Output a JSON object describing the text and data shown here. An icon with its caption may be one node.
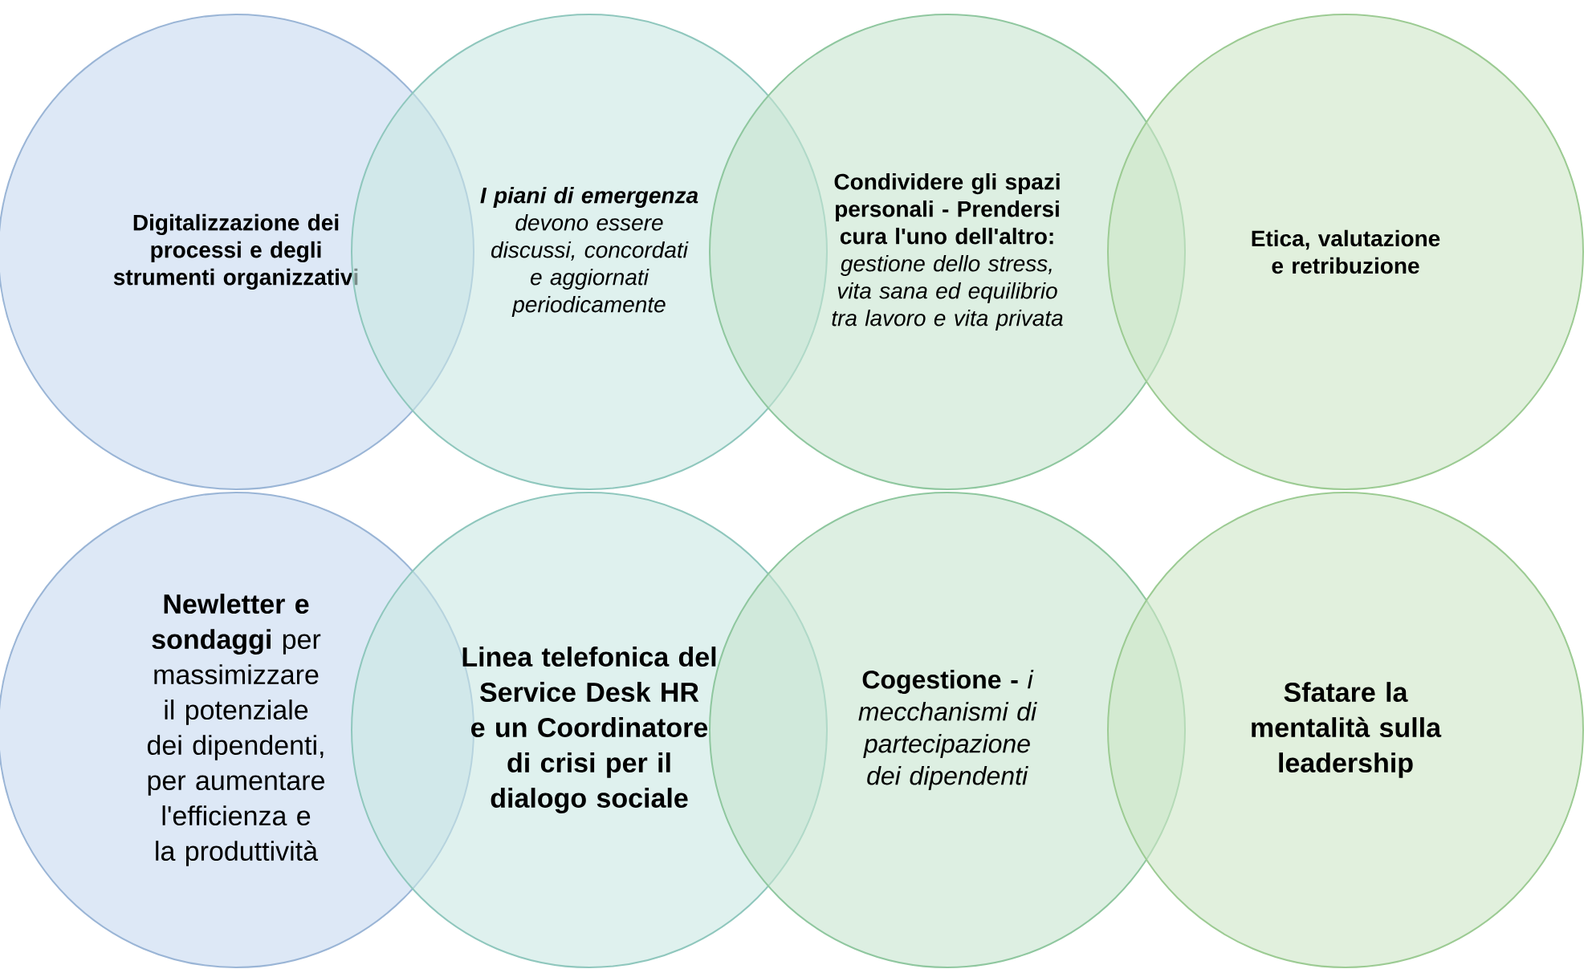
{
  "diagram": {
    "nodes": [
      {
        "text": [
          "Digitalizzazione dei processi e degli strumenti organizzativi"
        ]
      },
      {
        "text": [
          "**I piani di emergenza** devono essere discussi, concordati e aggiornati periodicamente"
        ]
      },
      {
        "text": [
          "**Condividere gli spazi personali - Prendersi cura l'uno dell'altro:** *gestione dello stress, vita sana ed equilibrio tra lavoro e vita privata*"
        ]
      },
      {
        "text": [
          "Etica, valutazione e retribuzione"
        ]
      },
      {
        "text": [
          "**Newletter e sondaggi** per massimizzare il potenziale dei dipendenti, per aumentare l'efficienza e la produttività"
        ]
      },
      {
        "text": [
          "Linea telefonica del Service Desk HR e un Coordinatore di crisi per il dialogo sociale"
        ]
      },
      {
        "text": [
          "**Cogestione -** *i mecchanismi di partecipazione dei dipendenti*"
        ]
      },
      {
        "text": [
          "Sfatare la mentalità sulla leadership"
        ]
      }
    ]
  }
}
